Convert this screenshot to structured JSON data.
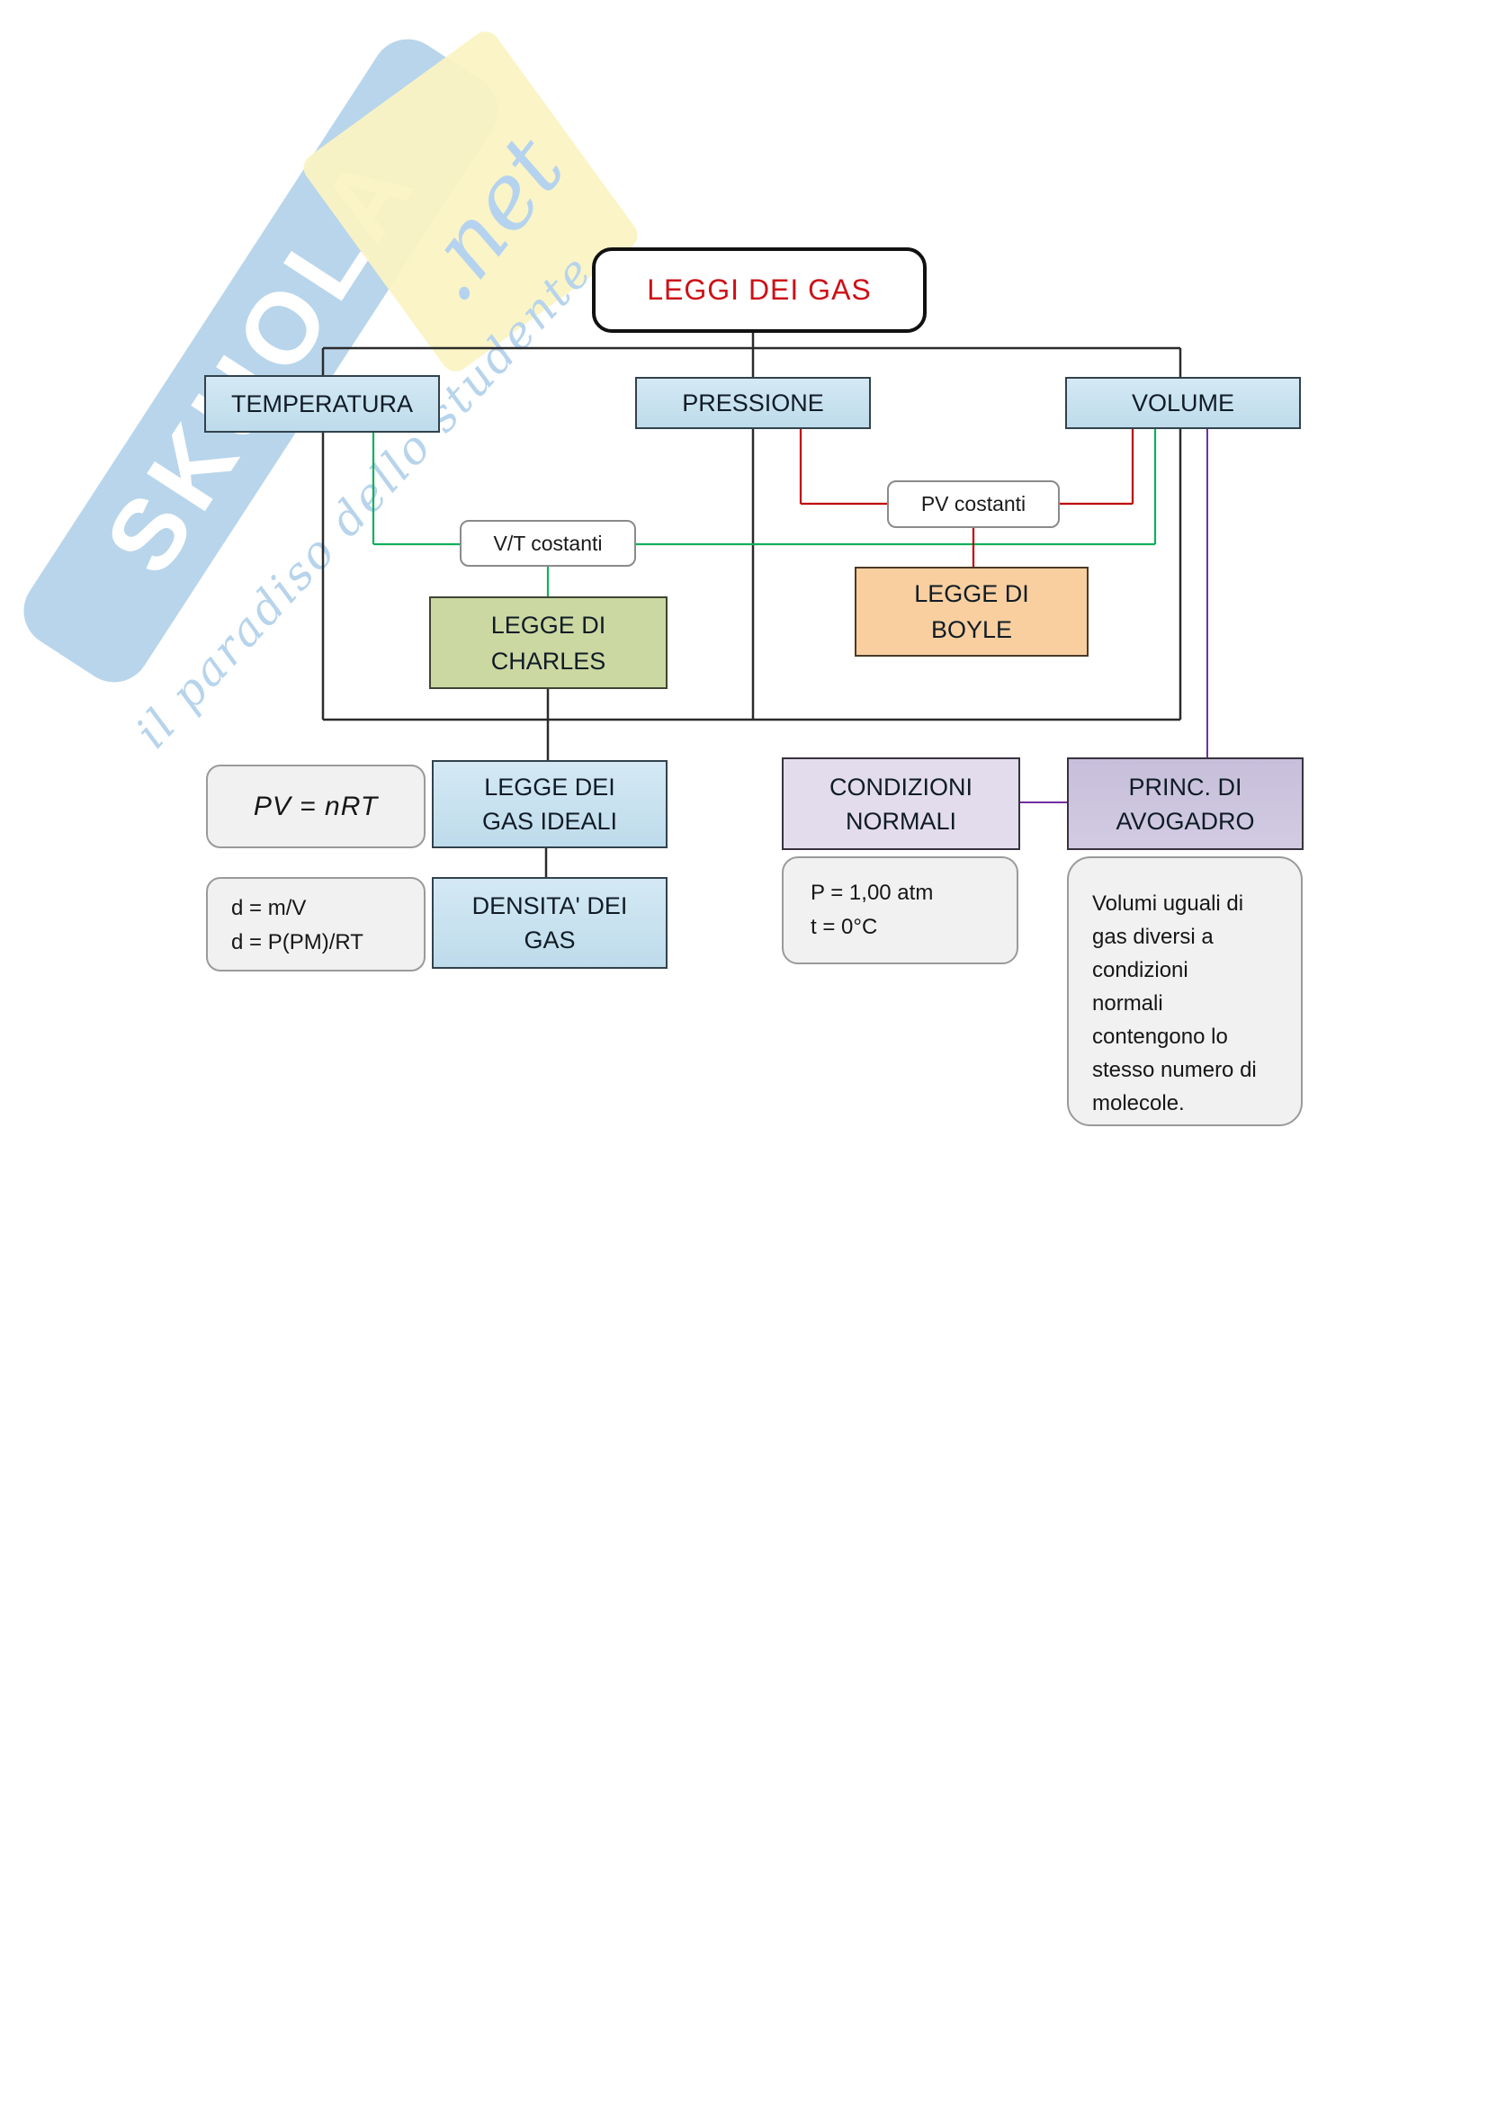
{
  "watermark": {
    "brand": "SKUOLA",
    "net": ".net",
    "tagline": "il paradiso dello studente"
  },
  "title": {
    "label": "LEGGI DEI GAS"
  },
  "nodes": {
    "temperatura": "TEMPERATURA",
    "pressione": "PRESSIONE",
    "volume": "VOLUME",
    "vt_costanti": "V/T costanti",
    "pv_costanti": "PV costanti",
    "charles": [
      "LEGGE DI",
      "CHARLES"
    ],
    "boyle": [
      "LEGGE DI",
      "BOYLE"
    ],
    "gas_ideali": [
      "LEGGE DEI",
      "GAS IDEALI"
    ],
    "densita_gas": [
      "DENSITA' DEI",
      "GAS"
    ],
    "condizioni_normali": [
      "CONDIZIONI",
      "NORMALI"
    ],
    "princ_avogadro": [
      "PRINC. DI",
      "AVOGADRO"
    ]
  },
  "formulas": {
    "ideal_gas": "PV = nRT",
    "density_lines": [
      "d =  m/V",
      "d =  P(PM)/RT"
    ],
    "normal_conditions_lines": [
      "P = 1,00 atm",
      "t = 0°C"
    ],
    "avogadro_note_lines": [
      "Volumi uguali di",
      "gas diversi a",
      "condizioni",
      "normali",
      "contengono lo",
      "stesso numero di",
      "molecole."
    ]
  },
  "colors": {
    "title_red": "#cc1117",
    "node_blue": "#c9e2f0",
    "charles_green": "#ccd8a2",
    "boyle_orange": "#f9cf9f",
    "lavender_light": "#e2dcec",
    "lavender_dark": "#cbc3de",
    "line_black": "#2b2b2b",
    "line_green": "#0fb05c",
    "line_red": "#c00000",
    "line_purple": "#7030a0",
    "gray_fill": "#f1f1f1"
  }
}
